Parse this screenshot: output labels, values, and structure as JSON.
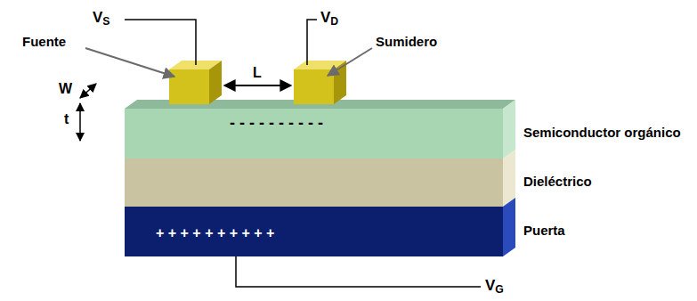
{
  "diagram": {
    "nodes": [
      {
        "text": [
          "- - - - - - - - - -",
          "Semiconductor orgánico"
        ]
      },
      {
        "text": [
          "Dieléctrico"
        ]
      },
      {
        "text": [
          "+ + + + + + + + + +",
          "Puerta"
        ]
      }
    ],
    "labels": [
      "VS",
      "VD",
      "Fuente",
      "Sumidero",
      "L",
      "W",
      "t",
      "VG"
    ]
  }
}
